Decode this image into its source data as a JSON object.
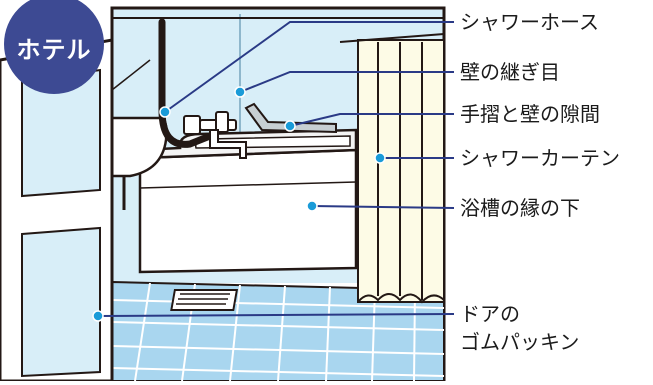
{
  "badge": {
    "text": "ホテル"
  },
  "callouts": [
    {
      "id": "shower-hose",
      "text": "シャワーホース"
    },
    {
      "id": "wall-seam",
      "text": "壁の継ぎ目"
    },
    {
      "id": "handrail-gap",
      "text": "手摺と壁の隙間"
    },
    {
      "id": "shower-curtain",
      "text": "シャワーカーテン"
    },
    {
      "id": "under-tub-rim",
      "text": "浴槽の縁の下"
    },
    {
      "id": "door-gasket-line1",
      "text": "ドアの"
    },
    {
      "id": "door-gasket-line2",
      "text": "ゴムパッキン"
    }
  ],
  "colors": {
    "badge": "#3d4a93",
    "outline": "#231815",
    "wall": "#d8eef8",
    "floor_tile": "#a9d6ef",
    "curtain": "#fdfbe6",
    "leader": "#2a3a86",
    "marker": "#1a9bd8"
  }
}
